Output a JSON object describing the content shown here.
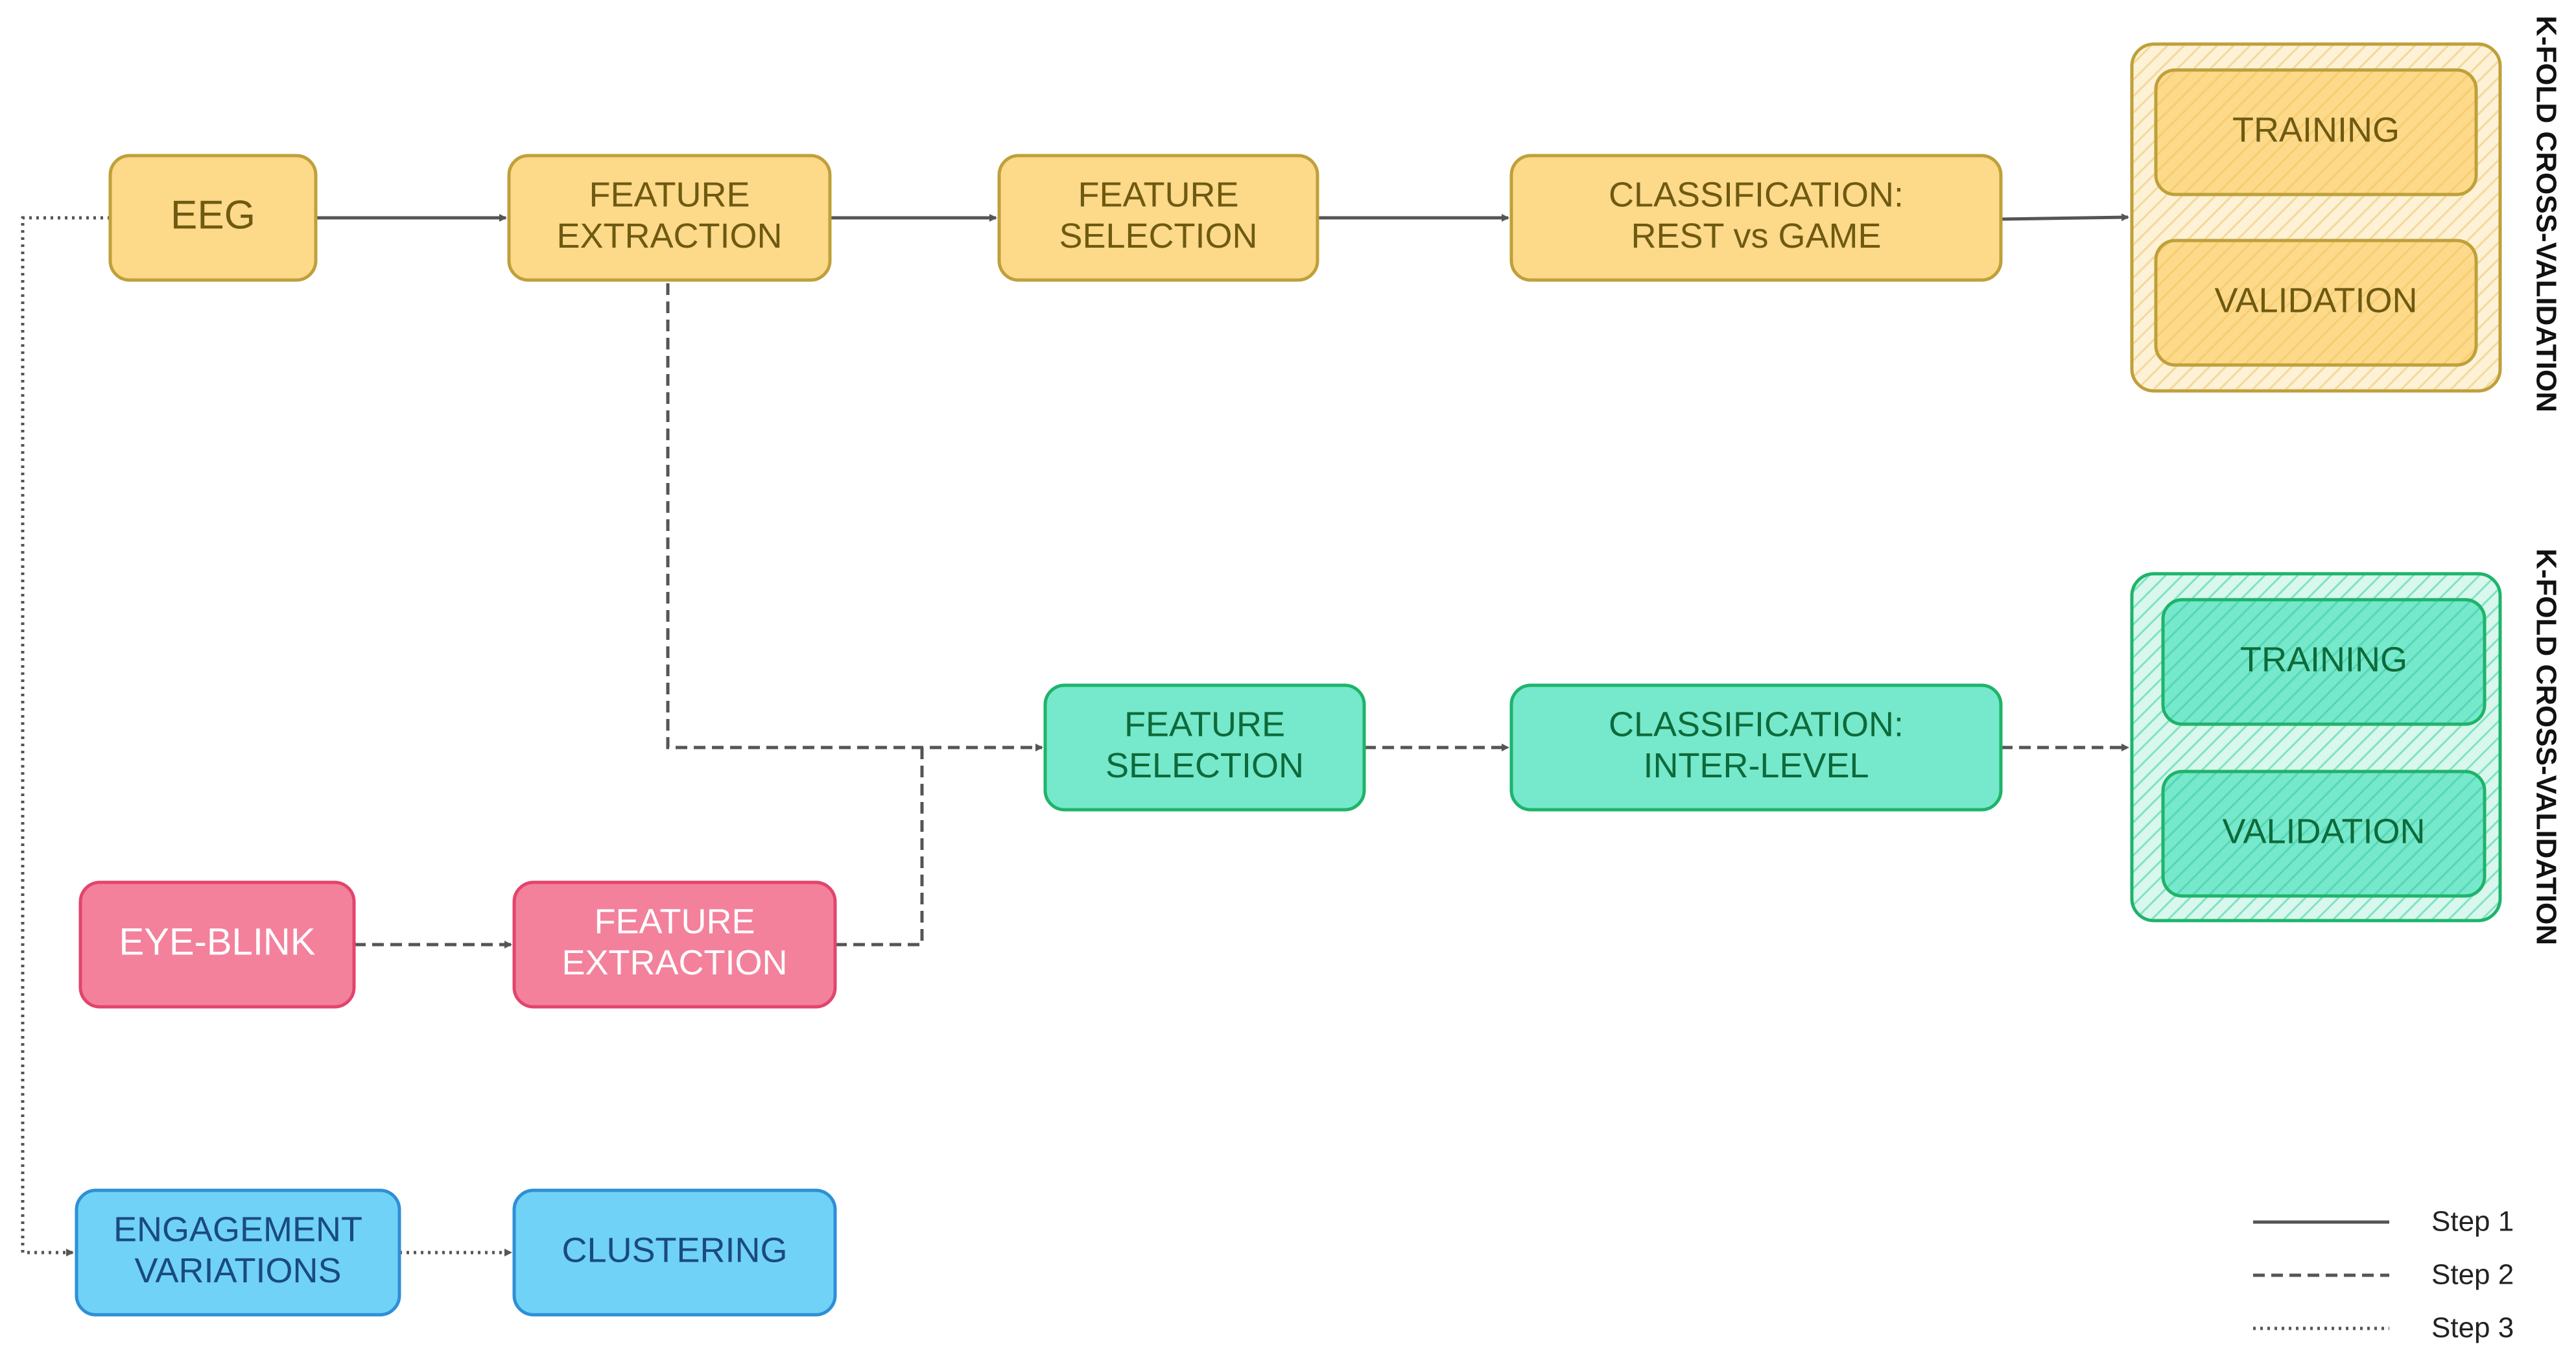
{
  "colors": {
    "yellow_fill": "#fdd98a",
    "yellow_stroke": "#bfa03a",
    "yellow_text": "#6e5a10",
    "green_fill": "#76e8cb",
    "green_stroke": "#1eb46a",
    "green_text": "#0d6a3a",
    "pink_fill": "#f3819c",
    "pink_stroke": "#e2456c",
    "pink_text": "#ffffff",
    "blue_fill": "#70d2f6",
    "blue_stroke": "#2e8fd6",
    "blue_text": "#1a4a80",
    "arrow": "#555555"
  },
  "nodes": {
    "eeg": {
      "lines": [
        "EEG"
      ]
    },
    "feature_extraction_eeg": {
      "lines": [
        "FEATURE",
        "EXTRACTION"
      ]
    },
    "feature_selection_step1": {
      "lines": [
        "FEATURE",
        "SELECTION"
      ]
    },
    "classification_rest_game": {
      "lines": [
        "CLASSIFICATION:",
        "REST vs GAME"
      ]
    },
    "training_step1": {
      "lines": [
        "TRAINING"
      ]
    },
    "validation_step1": {
      "lines": [
        "VALIDATION"
      ]
    },
    "feature_selection_step2": {
      "lines": [
        "FEATURE",
        "SELECTION"
      ]
    },
    "classification_inter_level": {
      "lines": [
        "CLASSIFICATION:",
        "INTER-LEVEL"
      ]
    },
    "training_step2": {
      "lines": [
        "TRAINING"
      ]
    },
    "validation_step2": {
      "lines": [
        "VALIDATION"
      ]
    },
    "eye_blink": {
      "lines": [
        "EYE-BLINK"
      ]
    },
    "feature_extraction_blink": {
      "lines": [
        "FEATURE",
        "EXTRACTION"
      ]
    },
    "engagement_variations": {
      "lines": [
        "ENGAGEMENT",
        "VARIATIONS"
      ]
    },
    "clustering": {
      "lines": [
        "CLUSTERING"
      ]
    }
  },
  "kfold_label_1": "K-FOLD CROSS-VALIDATION",
  "kfold_label_2": "K-FOLD CROSS-VALIDATION",
  "legend": [
    {
      "label": "Step 1",
      "style": "solid"
    },
    {
      "label": "Step 2",
      "style": "dashed"
    },
    {
      "label": "Step 3",
      "style": "dotted"
    }
  ]
}
